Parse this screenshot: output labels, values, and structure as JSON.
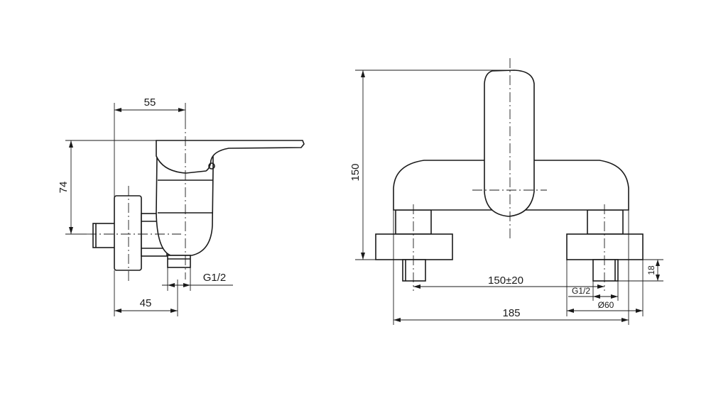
{
  "dimensions": {
    "side_width_top": "55",
    "side_height": "74",
    "side_thread": "G1/2",
    "side_width_bottom": "45",
    "front_height": "150",
    "front_spacing": "150±20",
    "front_thread": "G1/2",
    "front_depth": "18",
    "front_flange_diameter": "Ø60",
    "front_width": "185"
  }
}
